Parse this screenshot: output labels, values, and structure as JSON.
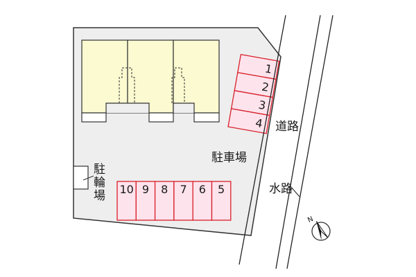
{
  "colors": {
    "lot_fill": "#eeeeee",
    "lot_stroke": "#333333",
    "building_fill": "#fbfad0",
    "slot_fill": "#fde3ec",
    "slot_stroke": "#d8202a",
    "road_line": "#222222"
  },
  "labels": {
    "road": "道路",
    "waterway": "水路",
    "parking_lot": "駐車場",
    "bicycle_parking": [
      "駐",
      "輪",
      "場"
    ]
  },
  "parking_side": [
    "1",
    "2",
    "3",
    "4"
  ],
  "parking_bottom": [
    "10",
    "9",
    "8",
    "7",
    "6",
    "5"
  ],
  "compass": {
    "letter": "N",
    "icon": "north-arrow-icon"
  }
}
